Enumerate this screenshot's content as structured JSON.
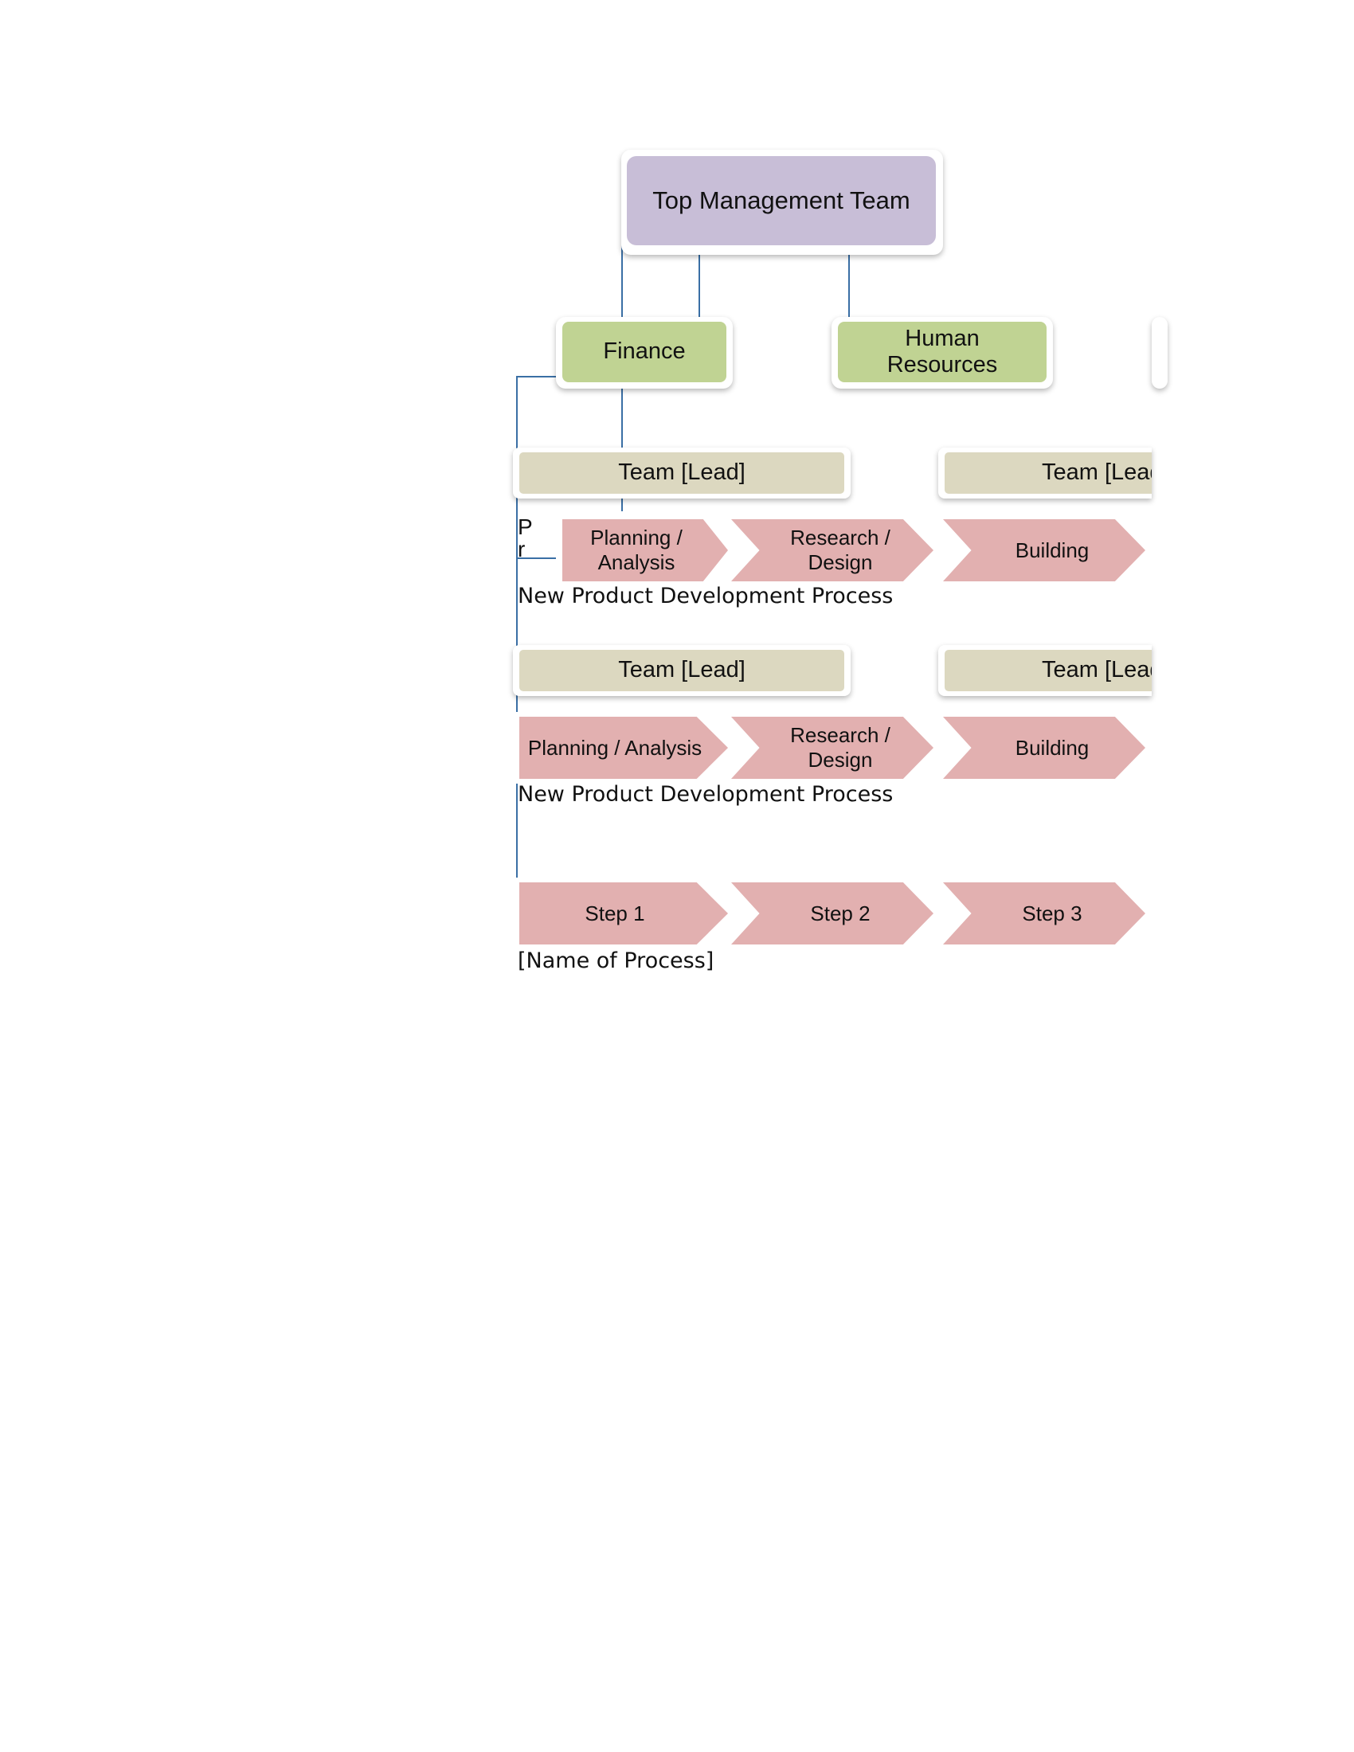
{
  "diagram": {
    "top": {
      "label": "Top Management Team"
    },
    "departments": [
      {
        "label": "Finance"
      },
      {
        "label": "Human Resources"
      }
    ],
    "rows": [
      {
        "team_labels": [
          "Team [Lead]",
          "Team [Lead]"
        ],
        "stub_text": "P r",
        "steps": [
          "Planning / Analysis",
          "Research / Design",
          "Building"
        ],
        "caption": "New Product Development Process"
      },
      {
        "team_labels": [
          "Team [Lead]",
          "Team [Lead]"
        ],
        "steps": [
          "Planning / Analysis",
          "Research / Design",
          "Building"
        ],
        "caption": "New Product Development Process"
      }
    ],
    "generic_process": {
      "steps": [
        "Step 1",
        "Step 2",
        "Step 3"
      ],
      "caption": "[Name of Process]"
    },
    "colors": {
      "top": "#c8bed7",
      "department": "#c0d393",
      "team": "#dcd8c0",
      "step": "#e2b0b0",
      "connector": "#3a6fa5"
    }
  }
}
